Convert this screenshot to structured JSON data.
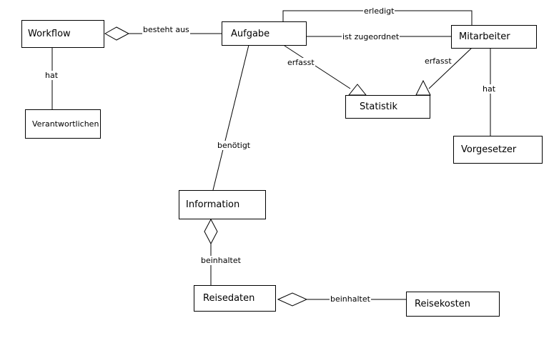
{
  "classes": {
    "workflow": "Workflow",
    "aufgabe": "Aufgabe",
    "mitarbeiter": "Mitarbeiter",
    "verantwortlichen": "Verantwortlichen",
    "statistik": "Statistik",
    "vorgesetzer": "Vorgesetzer",
    "information": "Information",
    "reisedaten": "Reisedaten",
    "reisekosten": "Reisekosten"
  },
  "relations": {
    "besteht_aus": "besteht aus",
    "erledigt": "erledigt",
    "ist_zugeordnet": "ist zugeordnet",
    "hat_workflow": "hat",
    "hat_mitarbeiter": "hat",
    "erfasst_aufgabe": "erfasst",
    "erfasst_mitarbeiter": "erfasst",
    "benoetigt": "benötigt",
    "beinhaltet_information": "beinhaltet",
    "beinhaltet_reisedaten": "beinhaltet"
  }
}
